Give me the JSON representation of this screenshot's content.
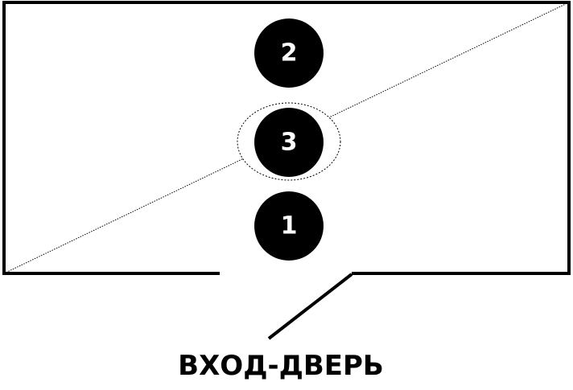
{
  "markers": [
    {
      "label": "2"
    },
    {
      "label": "3"
    },
    {
      "label": "1"
    }
  ],
  "caption": "ВХОД-ДВЕРЬ",
  "colors": {
    "line": "#000000",
    "marker_fill": "#000000",
    "marker_text": "#ffffff",
    "background": "#ffffff"
  }
}
